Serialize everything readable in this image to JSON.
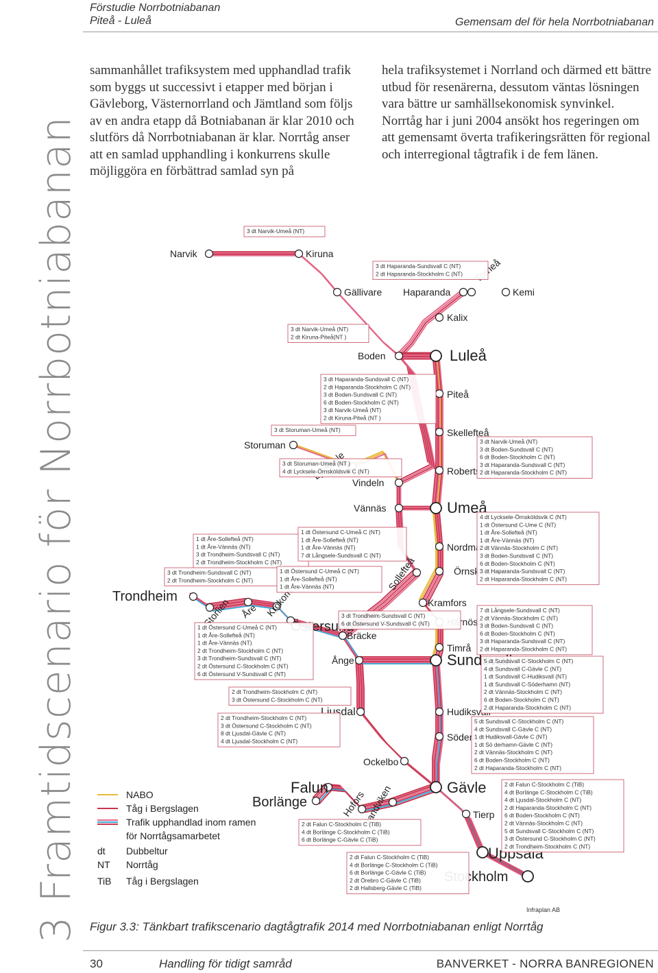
{
  "header": {
    "line1": "Förstudie Norrbotniabanan",
    "line2": "Piteå - Luleå",
    "right": "Gemensam del för hela Norrbotniabanan"
  },
  "side_title": "3  Framtidscenario för Norrbotniabanan",
  "text_left": "sammanhållet trafiksystem med upphandlad trafik som byggs ut successivt i etapper med början i Gävleborg, Västernorrland och Jämtland som följs av en andra etapp då Botniabanan är klar 2010 och slutförs då Norrbotniabanan är klar. Norrtåg anser att en samlad upphandling i konkurrens skulle möjliggöra en förbättrad samlad syn på",
  "text_right": "hela trafiksystemet i Norrland och därmed ett bättre utbud för resenärerna, dessutom väntas lösningen vara bättre ur samhällsekonomisk synvinkel. Norrtåg har i juni 2004 ansökt hos regeringen om att gemensamt överta trafikeringsrätten för regional och interregional tågtrafik i de fem länen.",
  "colors": {
    "nabo": "#e8b93a",
    "bergslagen": "#c9344f",
    "norrtag_pink": "#e56a8c",
    "norrtag_blue": "#3aa8d8",
    "station": "#ffffff"
  },
  "map": {
    "stations": {
      "narvik": "Narvik",
      "kiruna": "Kiruna",
      "gallivare": "Gällivare",
      "haparanda": "Haparanda",
      "tornea": "Torneå",
      "kemi": "Kemi",
      "kalix": "Kalix",
      "boden": "Boden",
      "lulea": "Luleå",
      "pitea": "Piteå",
      "skelleftea": "Skellefteå",
      "robertsfors": "Robertsfors",
      "storuman": "Storuman",
      "lycksele": "Lycksele",
      "vindeln": "Vindeln",
      "vannas": "Vännäs",
      "umea": "Umeå",
      "nordmaling": "Nordmaling",
      "ornskoldsvik": "Örnsköldsvik",
      "solleftea": "Sollefteå",
      "kramfors": "Kramfors",
      "harnosand": "Härnösand",
      "timra": "Timrå",
      "sundsvall": "Sundsvall",
      "bracke": "Bräcke",
      "ange": "Ånge",
      "ostersund": "Östersund",
      "are": "Åre",
      "storlien": "Storlien",
      "krokom": "Krokom",
      "trondheim": "Trondheim",
      "ljusdal": "Ljusdal",
      "hudiksvall": "Hudiksvall",
      "soderhamn": "Söderhamn",
      "ockelbo": "Ockelbo",
      "gavle": "Gävle",
      "falun": "Falun",
      "borlange": "Borlänge",
      "hofors": "Hofors",
      "sandviken": "Sandviken",
      "tierp": "Tierp",
      "uppsala": "Uppsala",
      "stockholm": "Stockholm"
    },
    "boxes": {
      "b_narvik_umea": [
        "3 dt Narvik-Umeå  (NT)"
      ],
      "b_haparanda_top": [
        "3 dt Haparanda-Sundsvall C  (NT)",
        "2 dt Haparanda-Stockholm C  (NT)"
      ],
      "b_kiruna_pitea": [
        "3 dt Narvik-Umeå  (NT)",
        "2 dt Kiruna-Piteå(NT )"
      ],
      "b_boden": [
        "3 dt Haparanda-Sundsvall C  (NT)",
        "2 dt Haparanda-Stockholm C  (NT)",
        "3 dt Boden-Sundsvall C  (NT)",
        "6 dt Boden-Stockholm C  (NT)",
        "3 dt Narvik-Umeå      (NT)",
        "2 dt Kiruna-Piteå (NT )"
      ],
      "b_storuman": [
        "3 dt Storuman-Umeå (NT)"
      ],
      "b_lycksele": [
        "3 dt Storuman-Umeå (NT )",
        "4 dt Lycksele-Örnsköldsvik C  (NT)"
      ],
      "b_skelleftea": [
        "3 dt Narvik-Umeå      (NT)",
        "3 dt Boden-Sundsvall C  (NT)",
        "6 dt Boden-Stockholm C  (NT)",
        "3 dt Haparanda-Sundsvall C  (NT)",
        "2 dt Haparanda-Stockholm C  (NT)"
      ],
      "b_umea": [
        "4 dt Lycksele-Örnsköldsvik C  (NT)",
        "1 dt Östersund C-Ume   C (NT)",
        "1 dt Åre-Sollefteå (NT)",
        "1 dt  Åre-Vännäs (NT)",
        "2 dt Vännäs-Stockholm C  (NT)",
        "3 dt Boden-Sundsvall C  (NT)",
        "6 dt Boden-Stockholm C  (NT)",
        "3 dt Haparanda-Sundsvall C  (NT)",
        "2 dt Haparanda-Stockholm C  (NT)"
      ],
      "b_are_top": [
        "1 dt Åre-Sollefteå (NT)",
        "1 dt  Åre-Vännäs (NT)",
        "3 dt Trondheim-Sundsvall C  (NT)",
        "2 dt Trondheim-Stockholm C  (NT)"
      ],
      "b_vannas": [
        "1 dt Östersund C-Umeå C (NT)",
        "1 dt Åre-Sollefteå (NT)",
        "1 dt Åre-Vännäs (NT)",
        "7 dt Långsele-Sundsvall C (NT)"
      ],
      "b_trondheim": [
        "3 dt Trondheim-Sundsvall C  (NT)",
        "2 dt Trondheim-Stockholm C  (NT)"
      ],
      "b_ostersund_umea": [
        "1 dt  Östersund C-Umeå C (NT)",
        "1 dt  Åre-Sollefteå (NT)",
        "1 dt  Åre-Vännäs (NT)"
      ],
      "b_kramfors": [
        "7 dt Långsele-Sundsvall C (NT)",
        "2 dt Vännäs-Stockholm C  (NT)",
        "3 dt Boden-Sundsvall C  (NT)",
        "6 dt Boden-Stockholm C  (NT)",
        "3 dt Haparanda-Sundsvall C  (NT)",
        "2 dt Haparanda-Stockholm C  (NT)"
      ],
      "b_bracke": [
        "3 dt Trondheim-Sundsvall C  (NT)",
        "6 dt Östersund V-Sundsvall C  (NT)"
      ],
      "b_ostersund": [
        "1 dt Östersund C-Umeå C (NT)",
        "1 dt Åre-Sollefteå (NT)",
        "1 dt Åre-Vännäs (NT)",
        "2 dt Trondheim-Stockholm C  (NT)",
        "3 dt Trondheim-Sundsvall C  (NT)",
        "2 dt Östersund C-Stockholm C (NT)",
        "6 dt Östersund V-Sundsvall C (NT)"
      ],
      "b_sundsvall": [
        "5 dt Sundsvall C-Stockholm C  (NT)",
        "4 dt Sundsvall C-Gävle C  (NT)",
        "1 dt Sundsvall C-Hudiksvall (NT)",
        "1 dt Sundsvall C-Söderhamn (NT)",
        "2 dt Vännäs-Stockholm C  (NT)",
        "6 dt Boden-Stockholm C  (NT)",
        "2 dt Haparanda-Stockholm C  (NT)"
      ],
      "b_ange": [
        "2 dt Trondheim-Stockholm C  (NT)",
        "3 dt Östersund C-Stockholm C  (NT)"
      ],
      "b_ljusdal": [
        "2 dt Trondheim-Stockholm C  (NT)",
        "3 dt Östersund C-Stockholm C  (NT)",
        "8 dt Ljusdal-Gävle C  (NT)",
        "4 dt Ljusdal-Stockholm C  (NT)"
      ],
      "b_hudiksvall": [
        "5 dt Sundsvall C-Stockholm C  (NT)",
        "4 dt Sundsvall C-Gävle C  (NT)",
        "1 dt Hudiksvall-Gävle C  (NT)",
        "1 dt Sö derhamn-Gävle C  (NT)",
        "2 dt Vännäs-Stockholm C  (NT)",
        "6 dt Boden-Stockholm C  (NT)",
        "2 dt Haparanda-Stockholm C  (NT)"
      ],
      "b_gavle": [
        "2 dt Falun C-Stockholm C  (TiB)",
        "4 dt Borlänge C-Stockholm C (TiB)",
        "4 dt Ljusdal-Stockholm C  (NT)",
        "2 dt Haparanda-Stockholm C  (NT)",
        "6 dt Boden-Stockholm C  (NT)",
        "2 dt Vännäs-Stockholm C  (NT)",
        "5 dt Sundsvall C-Stockholm C  (NT)",
        "3 dt Östersund C-Stockholm C  (NT)",
        "2 dt Trondheim-Stockholm C  (NT)"
      ],
      "b_falun": [
        "2 dt Falun C-Stockholm C  (TiB)",
        "4 dt Borlänge C-Stockholm C  (TiB)",
        "6 dt Borlänge C-Gävle C  (TiB)"
      ],
      "b_sandviken": [
        "2 dt Falun C-Stockholm C  (TiB)",
        "4 dt Borlänge C-Stockholm C  (TiB)",
        "6 dt Borlänge C-Gävle C  (TiB)",
        "2 dt Örebro C-Gävle C  (TiB)",
        "2 dt Hallsberg-Gävle C (TiB)"
      ]
    },
    "legend": {
      "nabo": "NABO",
      "bergslagen_line": "Tåg i Bergslagen",
      "upphandlad_1": "Trafik upphandlad inom ramen",
      "upphandlad_2": "för Norrtågsamarbetet",
      "dt_abbr": "dt",
      "dt_text": "Dubbeltur",
      "nt_abbr": "NT",
      "nt_text": "Norrtåg",
      "tib_abbr": "TiB",
      "tib_text": "Tåg i Bergslagen"
    }
  },
  "caption": "Figur 3.3: Tänkbart trafikscenario dagtågtrafik 2014 med Norrbotniabanan enligt Norrtåg",
  "credit": "Infraplan AB",
  "footer": {
    "page": "30",
    "middle": "Handling för tidigt samråd",
    "right": "BANVERKET - NORRA BANREGIONEN"
  }
}
